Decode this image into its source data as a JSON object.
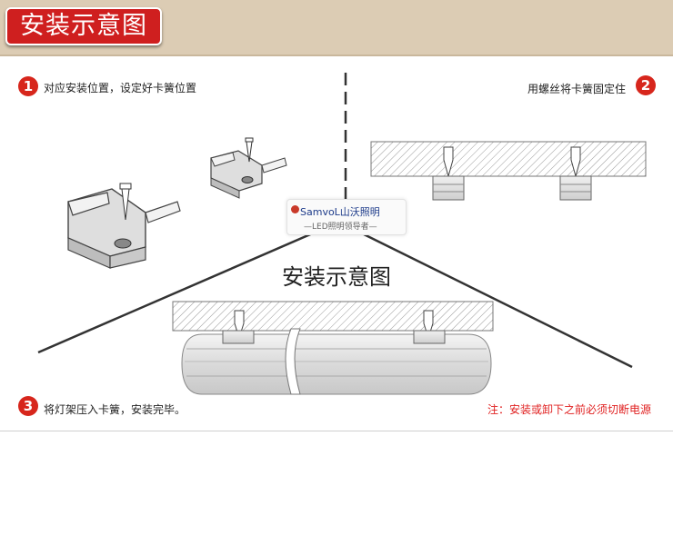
{
  "header": {
    "title": "安装示意图"
  },
  "diagram": {
    "center_title": "安装示意图",
    "steps": [
      {
        "number": "1",
        "text": "对应安装位置，设定好卡簧位置"
      },
      {
        "number": "2",
        "text": "用螺丝将卡簧固定住"
      },
      {
        "number": "3",
        "text": "将灯架压入卡簧，安装完毕。"
      }
    ],
    "note": "注：安装或卸下之前必须切断电源",
    "logo": {
      "brand": "SamvoL山沃照明",
      "tagline": "—LED照明领导者—"
    }
  },
  "colors": {
    "header_bg": "#dcccb4",
    "badge_red": "#cf1f1f",
    "step_red": "#d7261c",
    "note_red": "#e02020"
  }
}
